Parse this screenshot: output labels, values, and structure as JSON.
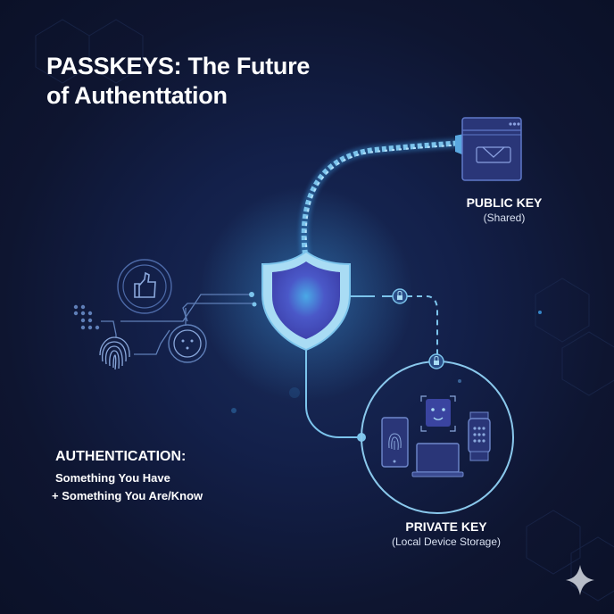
{
  "title": {
    "line1": "PASSKEYS: The Future",
    "line2": "of Authenttation"
  },
  "public_key": {
    "label": "PUBLIC KEY",
    "sublabel": "(Shared)"
  },
  "private_key": {
    "label": "PRIVATE KEY",
    "sublabel": "(Local Device Storage)"
  },
  "authentication": {
    "heading": "AUTHENTICATION:",
    "line1": "Something You Have",
    "line2": "+ Something You Are/Know"
  },
  "icons": {
    "left_cluster": [
      "thumbs-up-icon",
      "dot-grid-icon",
      "fingerprint-icon",
      "face-id-icon"
    ],
    "center": "shield-icon",
    "public_key": "browser-window-icon",
    "private_key_devices": [
      "smartphone-fingerprint-icon",
      "face-scan-icon",
      "laptop-icon",
      "smartwatch-icon"
    ],
    "connectors": [
      "lock-icon",
      "lock-icon"
    ],
    "corner": "sparkle-icon"
  },
  "colors": {
    "background": "#0f1630",
    "accent": "#7cc4ec",
    "glow": "#3fa0e8",
    "shield_fill": "#4a55c8",
    "text": "#ffffff"
  }
}
